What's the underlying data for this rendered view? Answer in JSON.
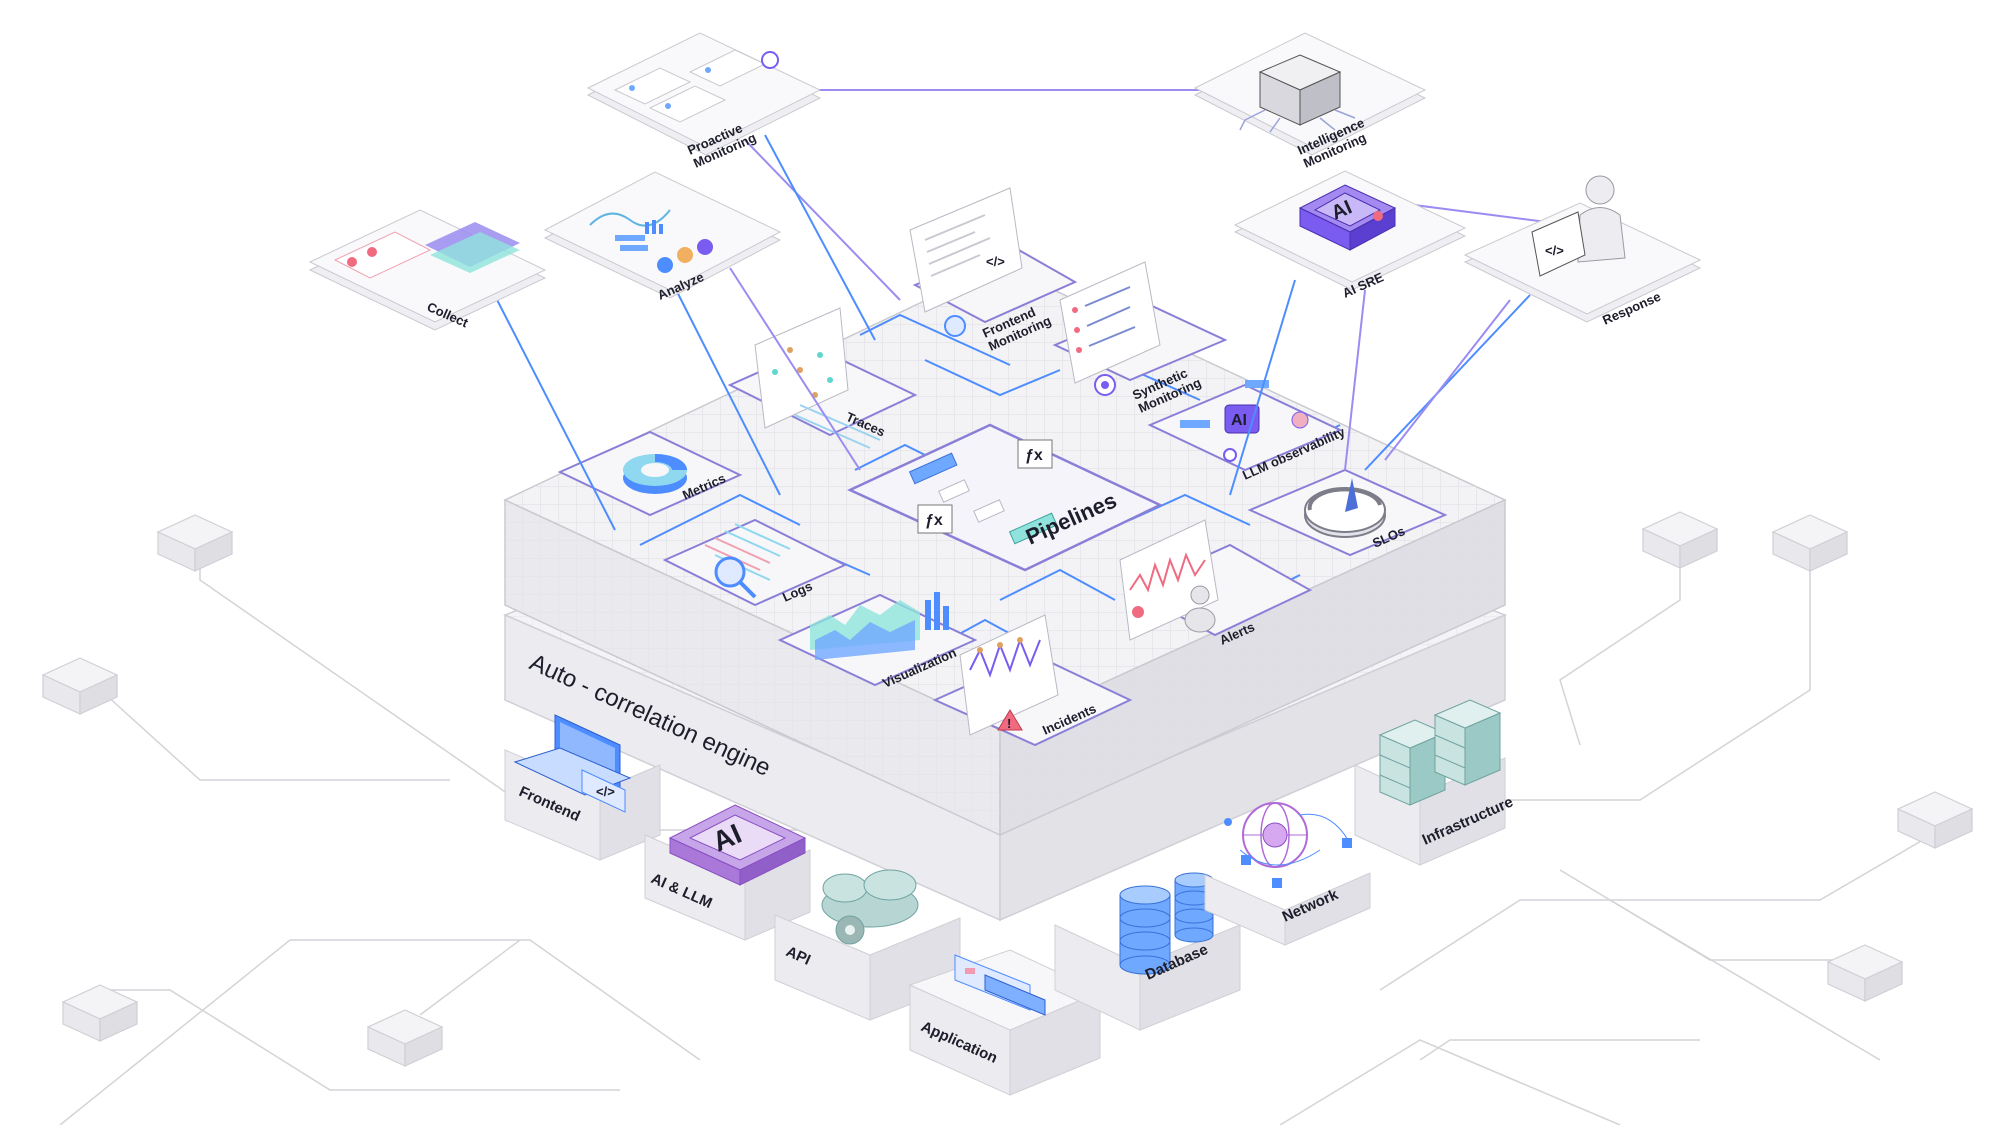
{
  "floating_cards": {
    "proactive_monitoring": "Proactive\nMonitoring",
    "intelligence_monitoring": "Intelligence\nMonitoring",
    "collect": "Collect",
    "analyze": "Analyze",
    "ai_sre": "AI SRE",
    "response": "Response"
  },
  "platform_modules": {
    "frontend_monitoring": "Frontend\nMonitoring",
    "synthetic_monitoring": "Synthetic\nMonitoring",
    "traces": "Traces",
    "llm_observability": "LLM observability",
    "metrics": "Metrics",
    "pipelines": "Pipelines",
    "logs": "Logs",
    "slos": "SLOs",
    "alerts": "Alerts",
    "visualization": "Visualization",
    "incidents": "Incidents"
  },
  "engine": {
    "title": "Auto - correlation engine"
  },
  "sources": {
    "frontend": "Frontend",
    "ai_llm": "AI & LLM",
    "api": "API",
    "application": "Application",
    "database": "Database",
    "network": "Network",
    "infrastructure": "Infrastructure"
  },
  "icons": {
    "fx": "ƒx",
    "ai": "AI",
    "code": "</>",
    "warning": "!"
  },
  "colors": {
    "connector_blue": "#4d8dff",
    "connector_purple": "#9b8cf2",
    "module_border": "#8a7fd6",
    "platform_top": "#f3f3f5",
    "platform_side": "#e6e6ea",
    "accent_purple": "#7a5cf0",
    "accent_teal": "#5fd6cf",
    "dot_orange": "#e0a060",
    "dot_gray": "#9a9aa2"
  }
}
